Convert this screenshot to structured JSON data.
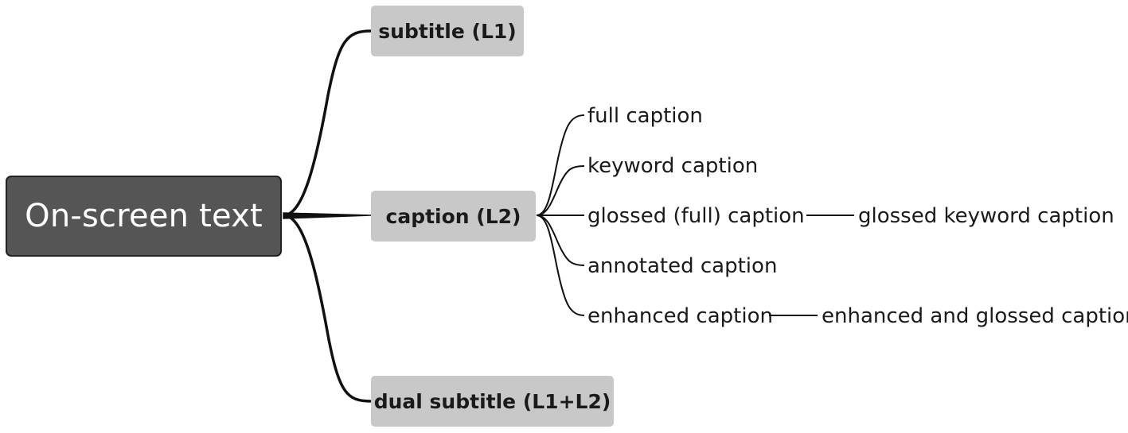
{
  "central_topic": "On-screen text",
  "branches": [
    {
      "label": "subtitle (L1)"
    },
    {
      "label": "caption (L2)",
      "children": [
        {
          "label": "full caption"
        },
        {
          "label": "keyword caption"
        },
        {
          "label": "glossed (full) caption",
          "child": "glossed keyword caption"
        },
        {
          "label": "annotated caption"
        },
        {
          "label": "enhanced caption",
          "child": "enhanced and glossed caption"
        }
      ]
    },
    {
      "label": "dual subtitle (L1+L2)"
    }
  ],
  "colors": {
    "central_fill": "#555555",
    "central_border": "#222222",
    "branch_fill": "#c8c8c8",
    "line": "#111111",
    "text": "#1a1a1a"
  }
}
